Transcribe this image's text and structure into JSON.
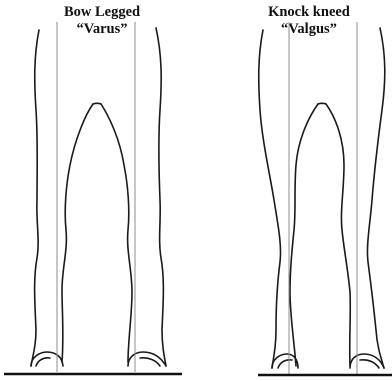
{
  "panels": [
    {
      "title_line1": "Bow Legged",
      "title_line2": "“Varus”"
    },
    {
      "title_line1": "Knock kneed",
      "title_line2": "“Valgus”"
    }
  ],
  "colors": {
    "outline": "#1a1a1a",
    "plumb_line": "#8c8c8c",
    "ground": "#111111"
  }
}
